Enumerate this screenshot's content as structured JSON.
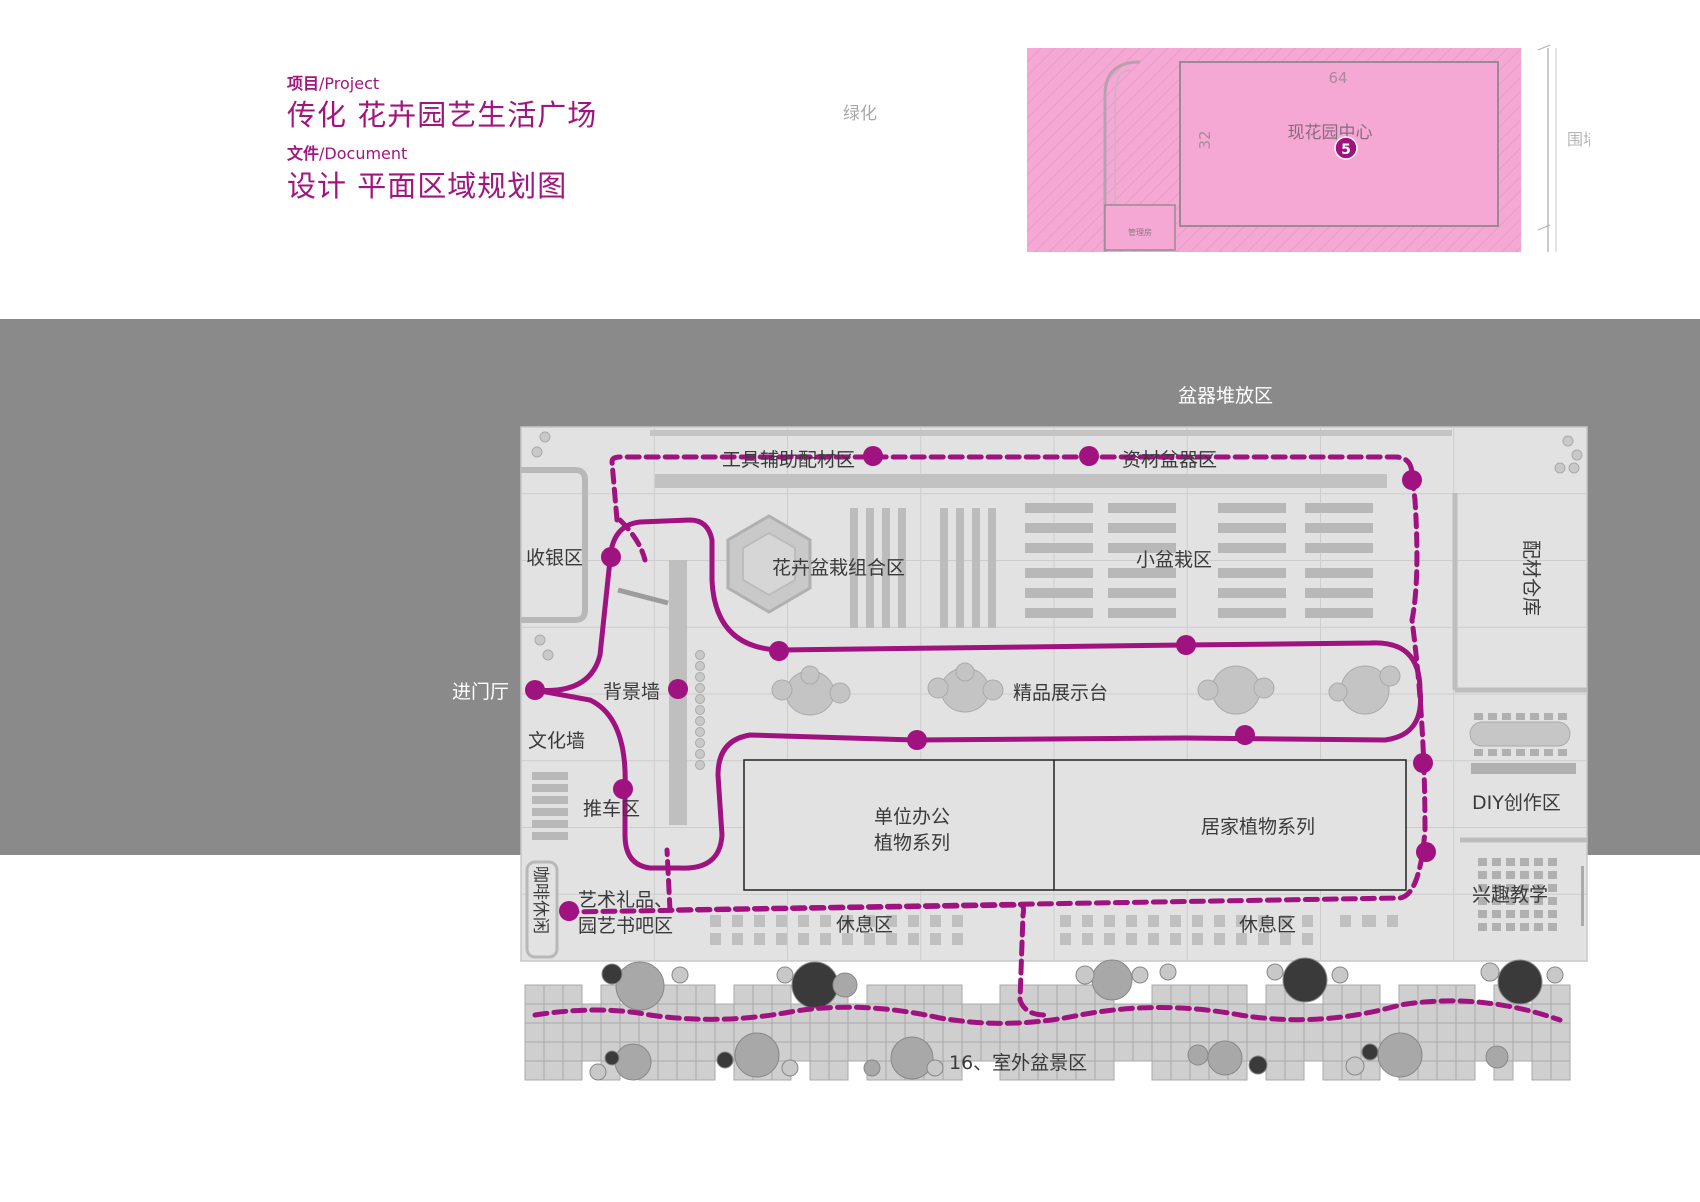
{
  "header": {
    "project_key": "项目",
    "project_en": "/Project",
    "project_title": "传化 花卉园艺生活广场",
    "document_key": "文件",
    "document_en": "/Document",
    "document_title": "设计  平面区域规划图"
  },
  "keymap": {
    "greenery": "绿化",
    "center": "现花园中心",
    "wall": "围墙",
    "dim_top": "64",
    "dim_side": "32",
    "small_box": "管理房",
    "badge": "5",
    "highlight_color": "#f5a8d4"
  },
  "plan": {
    "pot_storage": "盆器堆放区",
    "entrance": "进门厅",
    "zones": {
      "tools": "工具辅助配材区",
      "materials": "资材盆器区",
      "cashier": "收银区",
      "flower_combo": "花卉盆栽组合区",
      "small_pots": "小盆栽区",
      "warehouse": "配材仓库",
      "backdrop": "背景墙",
      "showcase": "精品展示台",
      "culture_wall": "文化墙",
      "cart": "推车区",
      "office_1": "单位办公",
      "office_2": "植物系列",
      "home_plants": "居家植物系列",
      "diy": "DIY创作区",
      "hobby": "兴趣教学",
      "cafe": "咖啡休闲",
      "art_1": "艺术礼品、",
      "art_2": "园艺书吧区",
      "rest_1": "休息区",
      "rest_2": "休息区",
      "outdoor": "16、室外盆景区"
    },
    "route_color": "#a0127f"
  }
}
